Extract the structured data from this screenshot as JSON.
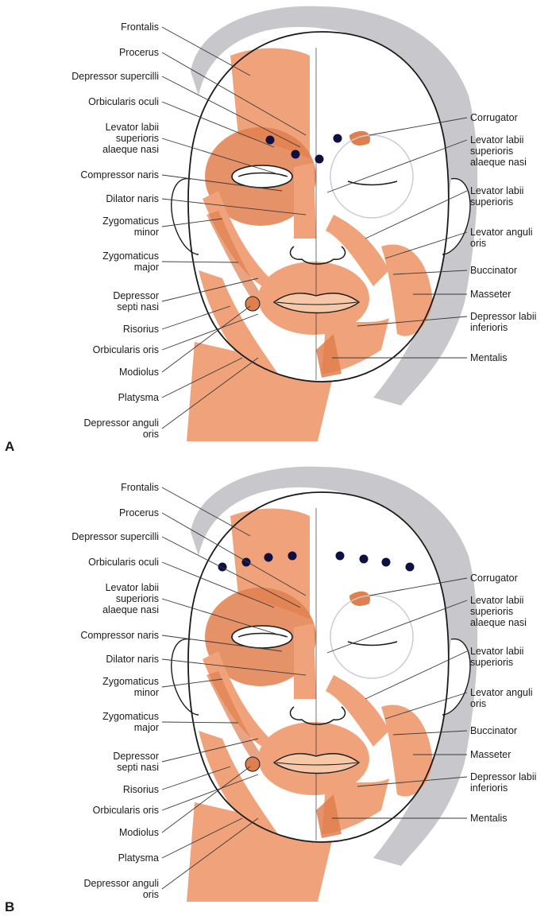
{
  "panels": [
    {
      "letter": "A",
      "left_labels": [
        "Frontalis",
        "Procerus",
        "Depressor supercilli",
        "Orbicularis oculi",
        "Levator labii\nsuperioris\nalaeque nasi",
        "Compressor naris",
        "Dilator naris",
        "Zygomaticus\nminor",
        "Zygomaticus\nmajor",
        "Depressor\nsepti nasi",
        "Risorius",
        "Orbicularis oris",
        "Modiolus",
        "Platysma",
        "Depressor anguli\noris"
      ],
      "right_labels": [
        "Corrugator",
        "Levator labii\nsuperioris\nalaeque nasi",
        "Levator labii\nsuperioris",
        "Levator anguli\noris",
        "Buccinator",
        "Masseter",
        "Depressor labii\ninferioris",
        "Mentalis"
      ],
      "injection_points": "2 left brow, 2 right brow"
    },
    {
      "letter": "B",
      "left_labels": [
        "Frontalis",
        "Procerus",
        "Depressor supercilli",
        "Orbicularis oculi",
        "Levator labii\nsuperioris\nalaeque nasi",
        "Compressor naris",
        "Dilator naris",
        "Zygomaticus\nminor",
        "Zygomaticus\nmajor",
        "Depressor\nsepti nasi",
        "Risorius",
        "Orbicularis oris",
        "Modiolus",
        "Platysma",
        "Depressor anguli\noris"
      ],
      "right_labels": [
        "Corrugator",
        "Levator labii\nsuperioris\nalaeque nasi",
        "Levator labii\nsuperioris",
        "Levator anguli\noris",
        "Buccinator",
        "Masseter",
        "Depressor labii\ninferioris",
        "Mentalis"
      ],
      "injection_points": "4 left forehead, 4 right forehead"
    }
  ],
  "colors": {
    "muscle": "#f0a37a",
    "muscle_dark": "#e07f4e",
    "hair": "#c8c8cc",
    "outline": "#1a1a1a",
    "dot": "#0d1040"
  }
}
